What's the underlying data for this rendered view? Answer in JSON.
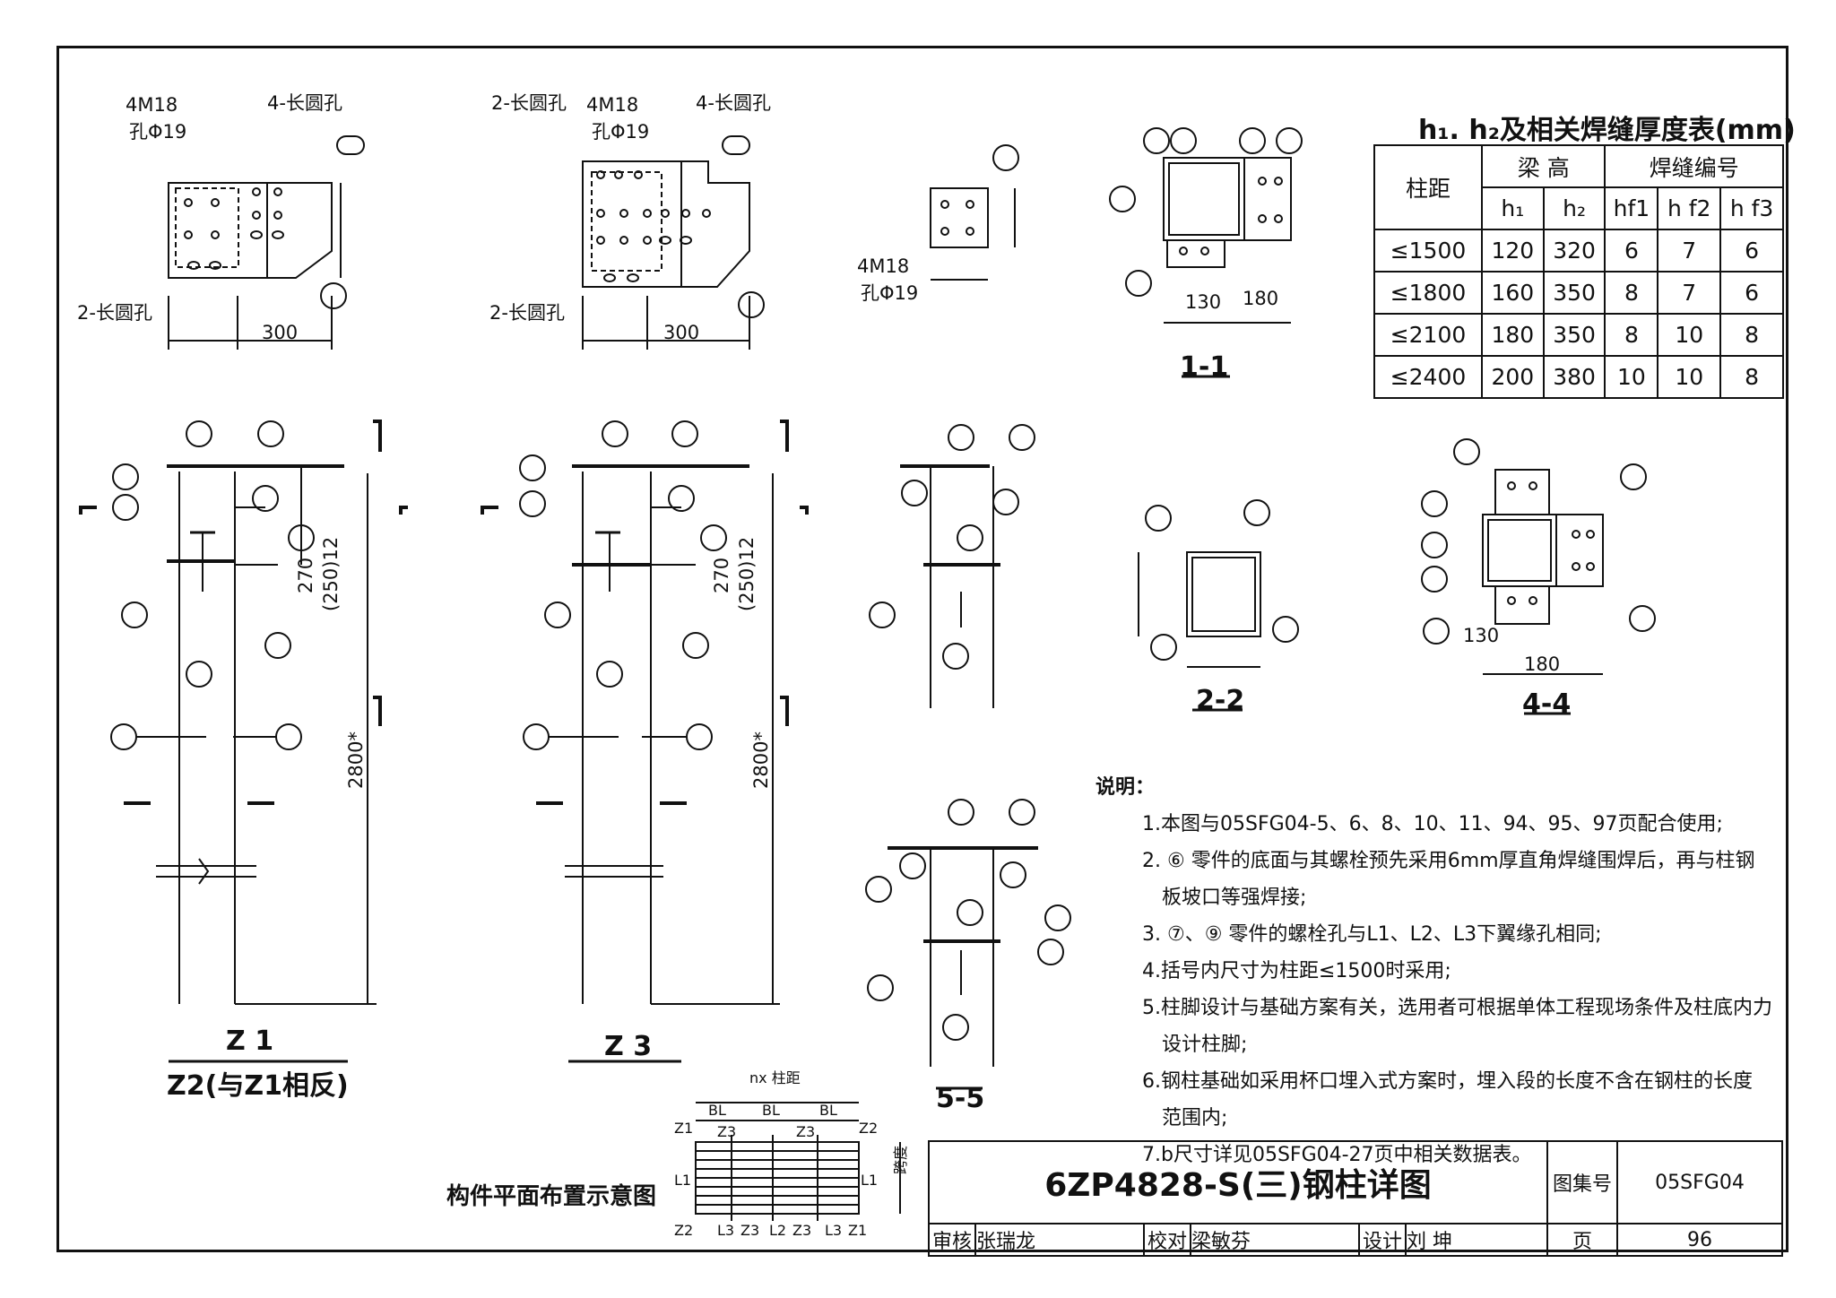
{
  "table": {
    "title": "h₁. h₂及相关焊缝厚度表(mm)",
    "col_span": "柱距",
    "col_beam": "梁 高",
    "col_weld": "焊缝编号",
    "sub_headers": [
      "h₁",
      "h₂",
      "hf1",
      "h f2",
      "h f3"
    ],
    "rows": [
      [
        "≤1500",
        "120",
        "320",
        "6",
        "7",
        "6"
      ],
      [
        "≤1800",
        "160",
        "350",
        "8",
        "7",
        "6"
      ],
      [
        "≤2100",
        "180",
        "350",
        "8",
        "10",
        "8"
      ],
      [
        "≤2400",
        "200",
        "380",
        "10",
        "10",
        "8"
      ]
    ]
  },
  "notes": {
    "heading": "说明：",
    "items": [
      "1.本图与05SFG04-5、6、8、10、11、94、95、97页配合使用;",
      "2. ⑥ 零件的底面与其螺栓预先采用6mm厚直角焊缝围焊后，再与柱钢",
      "板坡口等强焊接;",
      "3. ⑦、⑨ 零件的螺栓孔与L1、L2、L3下翼缘孔相同;",
      "4.括号内尺寸为柱距≤1500时采用;",
      "5.柱脚设计与基础方案有关，选用者可根据单体工程现场条件及柱底内力",
      "设计柱脚;",
      "6.钢柱基础如采用杯口埋入式方案时，埋入段的长度不含在钢柱的长度",
      "范围内;",
      "7.b尺寸详见05SFG04-27页中相关数据表。"
    ]
  },
  "title_block": {
    "drawing_title": "6ZP4828-S(三)钢柱详图",
    "atlas_label": "图集号",
    "atlas_no": "05SFG04",
    "review_label": "审核",
    "reviewer": "张瑞龙",
    "check_label": "校对",
    "checker": "梁敏芬",
    "design_label": "设计",
    "designer": "刘 坤",
    "page_label": "页",
    "page_no": "96"
  },
  "captions": {
    "z1": "Z 1",
    "z2": "Z2(与Z1相反)",
    "z3": "Z 3",
    "s11": "1-1",
    "s22": "2-2",
    "s44": "4-4",
    "s55": "5-5",
    "layout": "构件平面布置示意图"
  },
  "labels": {
    "bolt": "4M18",
    "hole": "孔Φ19",
    "slot4": "4-长圆孔",
    "slot2": "2-长圆孔",
    "dim_300": "300",
    "dim_2800": "2800*",
    "dim_270": "270",
    "dim_250": "(250)12",
    "dim_180": "180",
    "dim_130": "130",
    "nx": "nx 柱距",
    "BL": "BL",
    "L1": "L1",
    "L2": "L2",
    "L3": "L3",
    "Z1": "Z1",
    "Z2": "Z2",
    "Z3": "Z3",
    "span": "跨度"
  }
}
